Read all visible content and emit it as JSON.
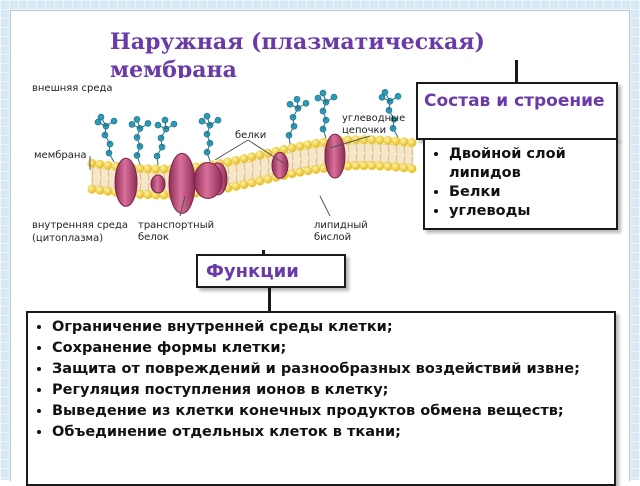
{
  "title": "Наружная (плазматическая) мембрана",
  "composition": {
    "heading": "Состав и строение",
    "items": [
      "Двойной слой липидов",
      "Белки",
      "углеводы"
    ]
  },
  "functions": {
    "heading": "Функции",
    "items": [
      "Ограничение внутренней среды клетки;",
      "Сохранение формы клетки;",
      "Защита от повреждений и разнообразных воздействий извне;",
      "Регуляция поступления ионов в клетку;",
      "Выведение из клетки конечных продуктов обмена веществ;",
      "Объединение отдельных клеток в ткани;"
    ]
  },
  "diagram_labels": {
    "outer_env": "внешняя среда",
    "membrane": "мембрана",
    "inner_env_1": "внутренняя среда",
    "inner_env_2": "(цитоплазма)",
    "proteins": "белки",
    "carb_chains_1": "углеводные",
    "carb_chains_2": "цепочки",
    "transport_1": "транспортный",
    "transport_2": "белок",
    "lipid_1": "липидный",
    "lipid_2": "бислой"
  },
  "colors": {
    "title": "#6a3aa8",
    "lipid_head": "#f2cf3a",
    "protein": "#c04a78",
    "carbohydrate": "#2a9bb8"
  }
}
